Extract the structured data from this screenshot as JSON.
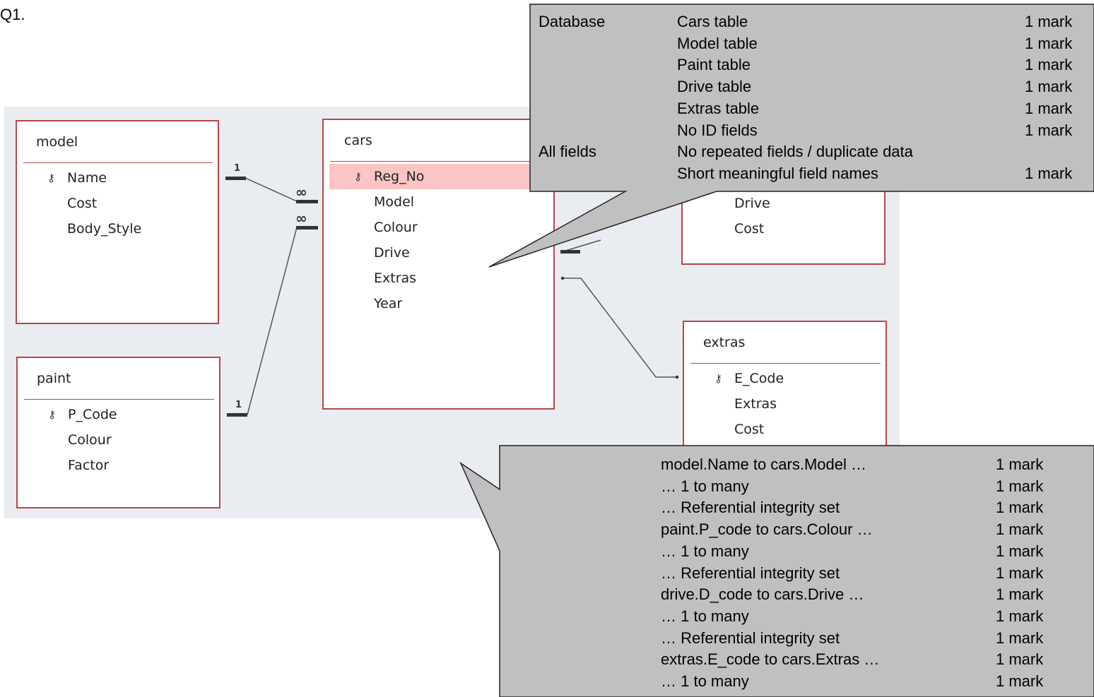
{
  "question_label": "Q1.",
  "tables": {
    "model": {
      "title": "model",
      "fields": [
        {
          "name": "Name",
          "key": true
        },
        {
          "name": "Cost",
          "key": false
        },
        {
          "name": "Body_Style",
          "key": false
        }
      ]
    },
    "paint": {
      "title": "paint",
      "fields": [
        {
          "name": "P_Code",
          "key": true
        },
        {
          "name": "Colour",
          "key": false
        },
        {
          "name": "Factor",
          "key": false
        }
      ]
    },
    "cars": {
      "title": "cars",
      "fields": [
        {
          "name": "Reg_No",
          "key": true,
          "selected": true
        },
        {
          "name": "Model",
          "key": false
        },
        {
          "name": "Colour",
          "key": false
        },
        {
          "name": "Drive",
          "key": false
        },
        {
          "name": "Extras",
          "key": false
        },
        {
          "name": "Year",
          "key": false
        }
      ]
    },
    "drive": {
      "visible_fields": [
        "Drive",
        "Cost"
      ]
    },
    "extras": {
      "title": "extras",
      "fields": [
        {
          "name": "E_Code",
          "key": true
        },
        {
          "name": "Extras",
          "key": false
        },
        {
          "name": "Cost",
          "key": false
        }
      ]
    }
  },
  "relationship_labels": {
    "one": "1",
    "many": "∞"
  },
  "callout_top": {
    "rows": [
      {
        "a": "Database",
        "b": "Cars table",
        "c": "1 mark"
      },
      {
        "a": "",
        "b": "Model table",
        "c": "1 mark"
      },
      {
        "a": "",
        "b": "Paint table",
        "c": "1 mark"
      },
      {
        "a": "",
        "b": "Drive table",
        "c": "1 mark"
      },
      {
        "a": "",
        "b": "Extras table",
        "c": "1 mark"
      },
      {
        "a": "",
        "b": "No ID fields",
        "c": "1 mark"
      },
      {
        "a": "All fields",
        "b": "No repeated fields / duplicate data",
        "c": ""
      },
      {
        "a": "",
        "b": "Short meaningful field names",
        "c": "1 mark"
      }
    ]
  },
  "callout_bottom": {
    "rows": [
      {
        "b": "model.Name to cars.Model …",
        "c": "1 mark"
      },
      {
        "b": "… 1 to many",
        "c": "1 mark"
      },
      {
        "b": "… Referential integrity set",
        "c": "1 mark"
      },
      {
        "b": "paint.P_code to cars.Colour …",
        "c": "1 mark"
      },
      {
        "b": "… 1 to many",
        "c": "1 mark"
      },
      {
        "b": "… Referential integrity set",
        "c": "1 mark"
      },
      {
        "b": "drive.D_code to cars.Drive …",
        "c": "1 mark"
      },
      {
        "b": "… 1 to many",
        "c": "1 mark"
      },
      {
        "b": "… Referential integrity set",
        "c": "1 mark"
      },
      {
        "b": "extras.E_code to cars.Extras …",
        "c": "1 mark"
      },
      {
        "b": "… 1 to many",
        "c": "1 mark"
      }
    ]
  },
  "colors": {
    "table_border": "#b7474a",
    "selected_row": "#fcc4c4",
    "canvas_bg": "#e9ecf0",
    "callout_fill": "#c0c0c0"
  }
}
